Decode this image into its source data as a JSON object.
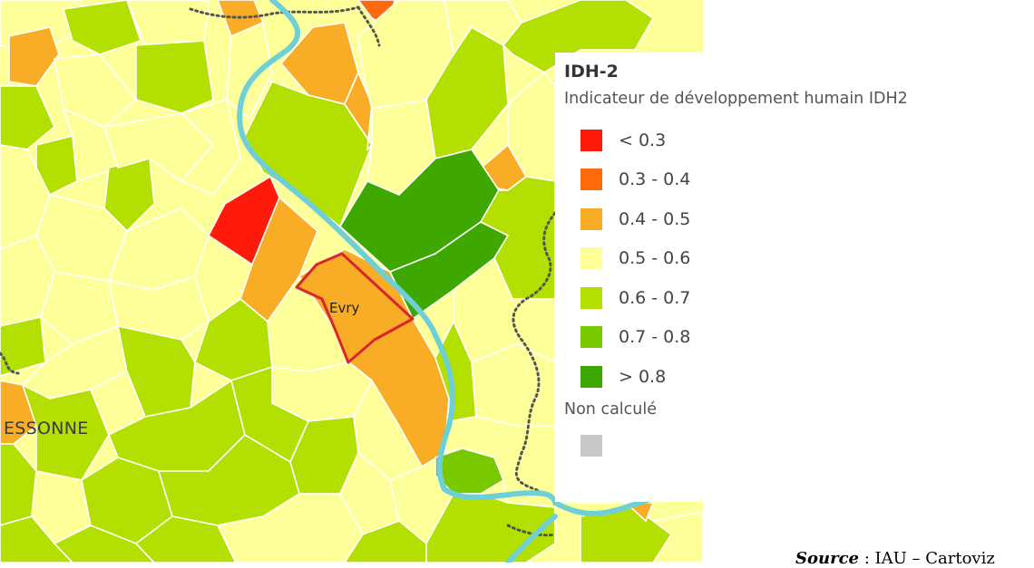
{
  "map": {
    "labels": {
      "commune": "Evry",
      "department": "ESSONNE"
    },
    "colors": {
      "river": "#6fcfd6",
      "highlight": "#d7262d",
      "boundary": "#555555",
      "commune_border": "#ffffff"
    }
  },
  "legend": {
    "title": "IDH-2",
    "subtitle": "Indicateur de développement humain IDH2",
    "classes": [
      {
        "label": "< 0.3",
        "color": "#ff1a0c"
      },
      {
        "label": "0.3 - 0.4",
        "color": "#ff6a0d"
      },
      {
        "label": "0.4 - 0.5",
        "color": "#f9ac25"
      },
      {
        "label": "0.5 - 0.6",
        "color": "#ffff99"
      },
      {
        "label": "0.6 - 0.7",
        "color": "#b3e000"
      },
      {
        "label": "0.7 - 0.8",
        "color": "#79c900"
      },
      {
        "label": "> 0.8",
        "color": "#3fa800"
      }
    ],
    "na_label": "Non calculé",
    "na_color": "#c8c8c8"
  },
  "source": {
    "label": "Source",
    "text": " : IAU – Cartoviz"
  }
}
